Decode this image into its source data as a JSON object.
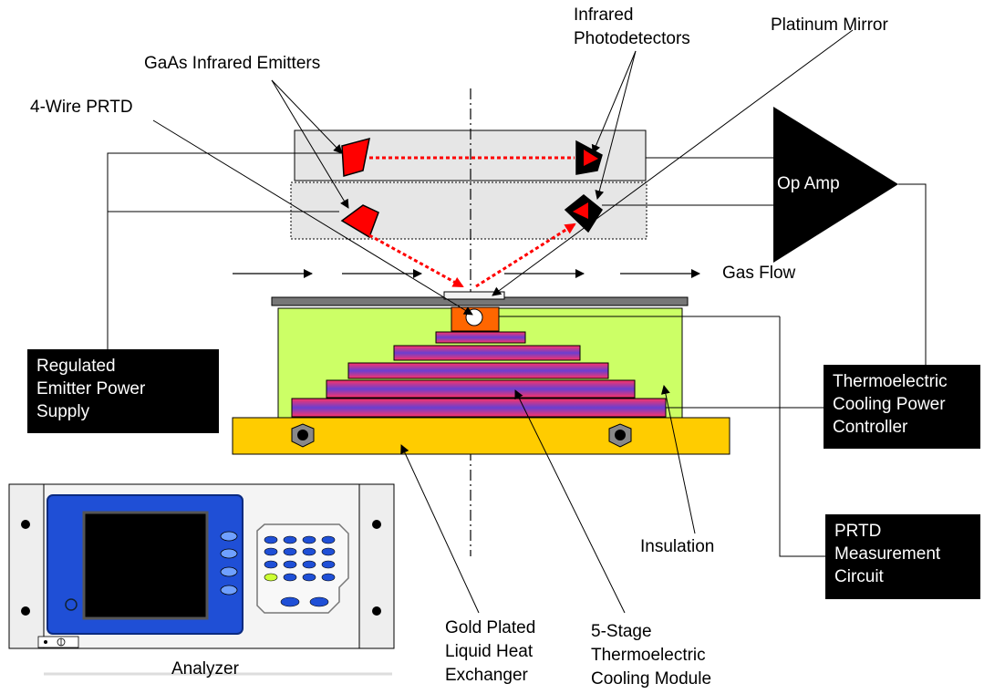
{
  "labels": {
    "gaas_emitters": "GaAs Infrared Emitters",
    "four_wire_prtd": "4-Wire PRTD",
    "ir_photodetectors": [
      "Infrared",
      "Photodetectors"
    ],
    "platinum_mirror": "Platinum Mirror",
    "op_amp": "Op Amp",
    "gas_flow": "Gas Flow",
    "insulation": "Insulation",
    "gold_heat_exchanger": [
      "Gold Plated",
      "Liquid Heat",
      "Exchanger"
    ],
    "cooling_module": [
      "5-Stage",
      "Thermoelectric",
      "Cooling Module"
    ],
    "analyzer": "Analyzer"
  },
  "boxes": {
    "emitter_power": [
      "Regulated",
      "Emitter Power",
      "Supply"
    ],
    "cooling_controller": [
      "Thermoelectric",
      "Cooling Power",
      "Controller"
    ],
    "prtd_circuit": [
      "PRTD",
      "Measurement",
      "Circuit"
    ]
  },
  "colors": {
    "emitter_red": "#ff0000",
    "beam_red": "#ff0000",
    "insulation_green": "#ccff66",
    "heat_exchanger_gold": "#ffcc00",
    "prtd_orange": "#ff6600",
    "stage_gradient_top": "#ff3366",
    "stage_gradient_mid": "#6633cc",
    "analyzer_screen_blue": "#1f4fd6"
  }
}
